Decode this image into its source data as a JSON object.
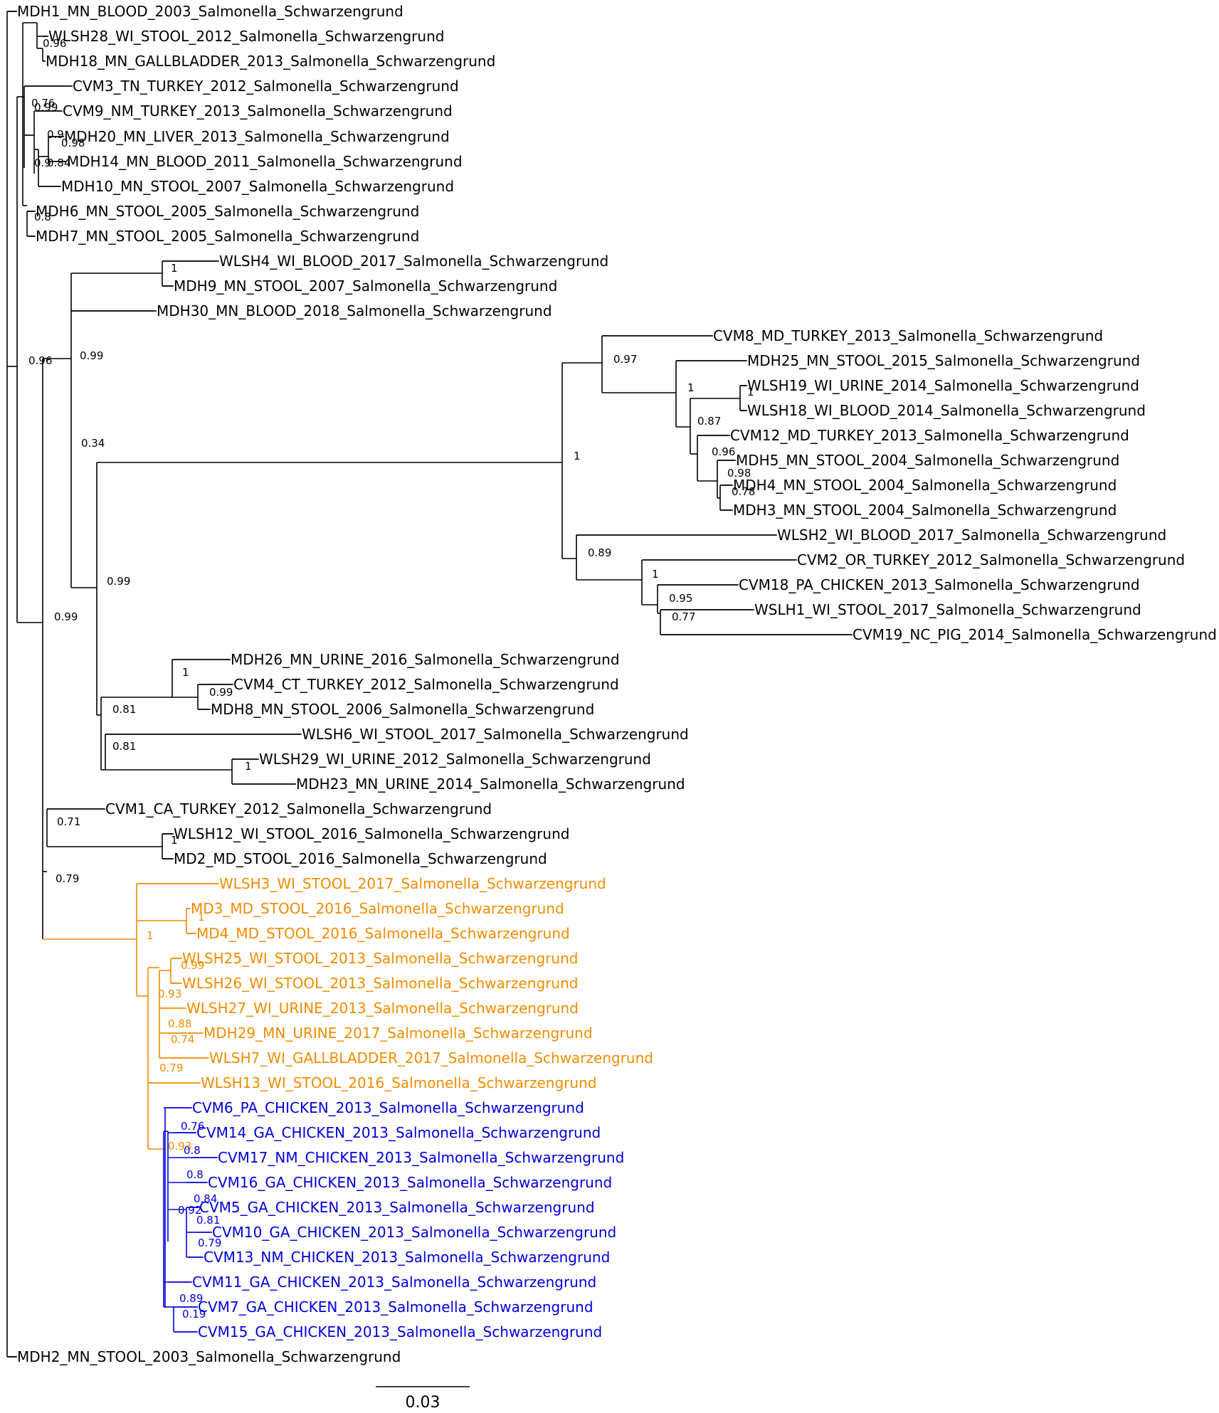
{
  "colors": {
    "black": "#000000",
    "orange": "#f08c00",
    "blue": "#0000dd"
  },
  "scale_bar": {
    "label": "0.03"
  },
  "tips": [
    {
      "id": "MDH1",
      "label": "MDH1_MN_BLOOD_2003_Salmonella_Schwarzengrund",
      "color": "black"
    },
    {
      "id": "WLSH28",
      "label": "WLSH28_WI_STOOL_2012_Salmonella_Schwarzengrund",
      "color": "black"
    },
    {
      "id": "MDH18",
      "label": "MDH18_MN_GALLBLADDER_2013_Salmonella_Schwarzengrund",
      "color": "black"
    },
    {
      "id": "CVM3",
      "label": "CVM3_TN_TURKEY_2012_Salmonella_Schwarzengrund",
      "color": "black"
    },
    {
      "id": "CVM9",
      "label": "CVM9_NM_TURKEY_2013_Salmonella_Schwarzengrund",
      "color": "black"
    },
    {
      "id": "MDH20",
      "label": "MDH20_MN_LIVER_2013_Salmonella_Schwarzengrund",
      "color": "black"
    },
    {
      "id": "MDH14",
      "label": "MDH14_MN_BLOOD_2011_Salmonella_Schwarzengrund",
      "color": "black"
    },
    {
      "id": "MDH10",
      "label": "MDH10_MN_STOOL_2007_Salmonella_Schwarzengrund",
      "color": "black"
    },
    {
      "id": "MDH6",
      "label": "MDH6_MN_STOOL_2005_Salmonella_Schwarzengrund",
      "color": "black"
    },
    {
      "id": "MDH7",
      "label": "MDH7_MN_STOOL_2005_Salmonella_Schwarzengrund",
      "color": "black"
    },
    {
      "id": "WLSH4",
      "label": "WLSH4_WI_BLOOD_2017_Salmonella_Schwarzengrund",
      "color": "black"
    },
    {
      "id": "MDH9",
      "label": "MDH9_MN_STOOL_2007_Salmonella_Schwarzengrund",
      "color": "black"
    },
    {
      "id": "MDH30",
      "label": "MDH30_MN_BLOOD_2018_Salmonella_Schwarzengrund",
      "color": "black"
    },
    {
      "id": "CVM8",
      "label": "CVM8_MD_TURKEY_2013_Salmonella_Schwarzengrund",
      "color": "black"
    },
    {
      "id": "MDH25",
      "label": "MDH25_MN_STOOL_2015_Salmonella_Schwarzengrund",
      "color": "black"
    },
    {
      "id": "WLSH19",
      "label": "WLSH19_WI_URINE_2014_Salmonella_Schwarzengrund",
      "color": "black"
    },
    {
      "id": "WLSH18",
      "label": "WLSH18_WI_BLOOD_2014_Salmonella_Schwarzengrund",
      "color": "black"
    },
    {
      "id": "CVM12",
      "label": "CVM12_MD_TURKEY_2013_Salmonella_Schwarzengrund",
      "color": "black"
    },
    {
      "id": "MDH5",
      "label": "MDH5_MN_STOOL_2004_Salmonella_Schwarzengrund",
      "color": "black"
    },
    {
      "id": "MDH4",
      "label": "MDH4_MN_STOOL_2004_Salmonella_Schwarzengrund",
      "color": "black"
    },
    {
      "id": "MDH3",
      "label": "MDH3_MN_STOOL_2004_Salmonella_Schwarzengrund",
      "color": "black"
    },
    {
      "id": "WLSH2",
      "label": "WLSH2_WI_BLOOD_2017_Salmonella_Schwarzengrund",
      "color": "black"
    },
    {
      "id": "CVM2",
      "label": "CVM2_OR_TURKEY_2012_Salmonella_Schwarzengrund",
      "color": "black"
    },
    {
      "id": "CVM18",
      "label": "CVM18_PA_CHICKEN_2013_Salmonella_Schwarzengrund",
      "color": "black"
    },
    {
      "id": "WSLH1",
      "label": "WSLH1_WI_STOOL_2017_Salmonella_Schwarzengrund",
      "color": "black"
    },
    {
      "id": "CVM19",
      "label": "CVM19_NC_PIG_2014_Salmonella_Schwarzengrund",
      "color": "black"
    },
    {
      "id": "MDH26",
      "label": "MDH26_MN_URINE_2016_Salmonella_Schwarzengrund",
      "color": "black"
    },
    {
      "id": "CVM4",
      "label": "CVM4_CT_TURKEY_2012_Salmonella_Schwarzengrund",
      "color": "black"
    },
    {
      "id": "MDH8",
      "label": "MDH8_MN_STOOL_2006_Salmonella_Schwarzengrund",
      "color": "black"
    },
    {
      "id": "WLSH6",
      "label": "WLSH6_WI_STOOL_2017_Salmonella_Schwarzengrund",
      "color": "black"
    },
    {
      "id": "WLSH29",
      "label": "WLSH29_WI_URINE_2012_Salmonella_Schwarzengrund",
      "color": "black"
    },
    {
      "id": "MDH23",
      "label": "MDH23_MN_URINE_2014_Salmonella_Schwarzengrund",
      "color": "black"
    },
    {
      "id": "CVM1",
      "label": "CVM1_CA_TURKEY_2012_Salmonella_Schwarzengrund",
      "color": "black"
    },
    {
      "id": "WLSH12",
      "label": "WLSH12_WI_STOOL_2016_Salmonella_Schwarzengrund",
      "color": "black"
    },
    {
      "id": "MD2",
      "label": "MD2_MD_STOOL_2016_Salmonella_Schwarzengrund",
      "color": "black"
    },
    {
      "id": "WLSH3",
      "label": "WLSH3_WI_STOOL_2017_Salmonella_Schwarzengrund",
      "color": "orange"
    },
    {
      "id": "MD3",
      "label": "MD3_MD_STOOL_2016_Salmonella_Schwarzengrund",
      "color": "orange"
    },
    {
      "id": "MD4",
      "label": "MD4_MD_STOOL_2016_Salmonella_Schwarzengrund",
      "color": "orange"
    },
    {
      "id": "WLSH25",
      "label": "WLSH25_WI_STOOL_2013_Salmonella_Schwarzengrund",
      "color": "orange"
    },
    {
      "id": "WLSH26",
      "label": "WLSH26_WI_STOOL_2013_Salmonella_Schwarzengrund",
      "color": "orange"
    },
    {
      "id": "WLSH27",
      "label": "WLSH27_WI_URINE_2013_Salmonella_Schwarzengrund",
      "color": "orange"
    },
    {
      "id": "MDH29",
      "label": "MDH29_MN_URINE_2017_Salmonella_Schwarzengrund",
      "color": "orange"
    },
    {
      "id": "WLSH7",
      "label": "WLSH7_WI_GALLBLADDER_2017_Salmonella_Schwarzengrund",
      "color": "orange"
    },
    {
      "id": "WLSH13",
      "label": "WLSH13_WI_STOOL_2016_Salmonella_Schwarzengrund",
      "color": "orange"
    },
    {
      "id": "CVM6",
      "label": "CVM6_PA_CHICKEN_2013_Salmonella_Schwarzengrund",
      "color": "blue"
    },
    {
      "id": "CVM14",
      "label": "CVM14_GA_CHICKEN_2013_Salmonella_Schwarzengrund",
      "color": "blue"
    },
    {
      "id": "CVM17",
      "label": "CVM17_NM_CHICKEN_2013_Salmonella_Schwarzengrund",
      "color": "blue"
    },
    {
      "id": "CVM16",
      "label": "CVM16_GA_CHICKEN_2013_Salmonella_Schwarzengrund",
      "color": "blue"
    },
    {
      "id": "CVM5",
      "label": "CVM5_GA_CHICKEN_2013_Salmonella_Schwarzengrund",
      "color": "blue"
    },
    {
      "id": "CVM10",
      "label": "CVM10_GA_CHICKEN_2013_Salmonella_Schwarzengrund",
      "color": "blue"
    },
    {
      "id": "CVM13",
      "label": "CVM13_NM_CHICKEN_2013_Salmonella_Schwarzengrund",
      "color": "blue"
    },
    {
      "id": "CVM11",
      "label": "CVM11_GA_CHICKEN_2013_Salmonella_Schwarzengrund",
      "color": "blue"
    },
    {
      "id": "CVM7",
      "label": "CVM7_GA_CHICKEN_2013_Salmonella_Schwarzengrund",
      "color": "blue"
    },
    {
      "id": "CVM15",
      "label": "CVM15_GA_CHICKEN_2013_Salmonella_Schwarzengrund",
      "color": "blue"
    },
    {
      "id": "MDH2",
      "label": "MDH2_MN_STOOL_2003_Salmonella_Schwarzengrund",
      "color": "black"
    }
  ],
  "support_values": [
    {
      "id": "n_w28_m18",
      "value": "0.96",
      "color": "black"
    },
    {
      "id": "n_cvm3_grp",
      "value": "0.76",
      "color": "black"
    },
    {
      "id": "n_cvm9_grp",
      "value": "0.99",
      "color": "black"
    },
    {
      "id": "n_mdh20_grp",
      "value": "0.9",
      "color": "black"
    },
    {
      "id": "n_mdh20_mdh14",
      "value": "0.98",
      "color": "black"
    },
    {
      "id": "n_mdh10_grp",
      "value": "0.9",
      "color": "black"
    },
    {
      "id": "n_mdh14_sub",
      "value": "0.84",
      "color": "black"
    },
    {
      "id": "n_mdh6_mdh7",
      "value": "0.8",
      "color": "black"
    },
    {
      "id": "n_wlsh4_mdh9",
      "value": "1",
      "color": "black"
    },
    {
      "id": "n_main_0_96",
      "value": "0.96",
      "color": "black"
    },
    {
      "id": "n_big_0_99",
      "value": "0.99",
      "color": "black"
    },
    {
      "id": "n_far_0_97",
      "value": "0.97",
      "color": "black"
    },
    {
      "id": "n_w19_w18_a",
      "value": "1",
      "color": "black"
    },
    {
      "id": "n_w19_w18_b",
      "value": "1",
      "color": "black"
    },
    {
      "id": "n_cvm12_0_87",
      "value": "0.87",
      "color": "black"
    },
    {
      "id": "n_mdh5_0_96",
      "value": "0.96",
      "color": "black"
    },
    {
      "id": "n_mdh4_0_98",
      "value": "0.98",
      "color": "black"
    },
    {
      "id": "n_mdh3_0_78",
      "value": "0.78",
      "color": "black"
    },
    {
      "id": "n_0_34",
      "value": "0.34",
      "color": "black"
    },
    {
      "id": "n_far_1",
      "value": "1",
      "color": "black"
    },
    {
      "id": "n_0_89",
      "value": "0.89",
      "color": "black"
    },
    {
      "id": "n_cvm18_1",
      "value": "1",
      "color": "black"
    },
    {
      "id": "n_0_95",
      "value": "0.95",
      "color": "black"
    },
    {
      "id": "n_0_77",
      "value": "0.77",
      "color": "black"
    },
    {
      "id": "n_mid_0_99",
      "value": "0.99",
      "color": "black"
    },
    {
      "id": "n_root_0_99",
      "value": "0.99",
      "color": "black"
    },
    {
      "id": "n_mdh26_1",
      "value": "1",
      "color": "black"
    },
    {
      "id": "n_cvm4_0_99",
      "value": "0.99",
      "color": "black"
    },
    {
      "id": "n_0_81_a",
      "value": "0.81",
      "color": "black"
    },
    {
      "id": "n_0_81_b",
      "value": "0.81",
      "color": "black"
    },
    {
      "id": "n_wlsh29_1",
      "value": "1",
      "color": "black"
    },
    {
      "id": "n_0_71",
      "value": "0.71",
      "color": "black"
    },
    {
      "id": "n_wlsh12_1",
      "value": "1",
      "color": "black"
    },
    {
      "id": "n_0_79",
      "value": "0.79",
      "color": "black"
    },
    {
      "id": "n_md3_md4",
      "value": "1",
      "color": "orange"
    },
    {
      "id": "n_orange_1",
      "value": "1",
      "color": "orange"
    },
    {
      "id": "n_w25_w26",
      "value": "0.99",
      "color": "orange"
    },
    {
      "id": "n_0_93_a",
      "value": "0.93",
      "color": "orange"
    },
    {
      "id": "n_0_88",
      "value": "0.88",
      "color": "orange"
    },
    {
      "id": "n_0_74",
      "value": "0.74",
      "color": "orange"
    },
    {
      "id": "n_0_79_o",
      "value": "0.79",
      "color": "orange"
    },
    {
      "id": "n_0_93_b",
      "value": "0.93",
      "color": "orange"
    },
    {
      "id": "n_cvm14_0_76",
      "value": "0.76",
      "color": "blue"
    },
    {
      "id": "n_cvm17_0_8",
      "value": "0.8",
      "color": "blue"
    },
    {
      "id": "n_cvm16_0_8",
      "value": "0.8",
      "color": "blue"
    },
    {
      "id": "n_cvm5_0_84",
      "value": "0.84",
      "color": "blue"
    },
    {
      "id": "n_0_92",
      "value": "0.92",
      "color": "blue"
    },
    {
      "id": "n_0_81_blue",
      "value": "0.81",
      "color": "blue"
    },
    {
      "id": "n_0_79_blue",
      "value": "0.79",
      "color": "blue"
    },
    {
      "id": "n_0_89_blue",
      "value": "0.89",
      "color": "blue"
    },
    {
      "id": "n_0_19",
      "value": "0.19",
      "color": "blue"
    }
  ]
}
